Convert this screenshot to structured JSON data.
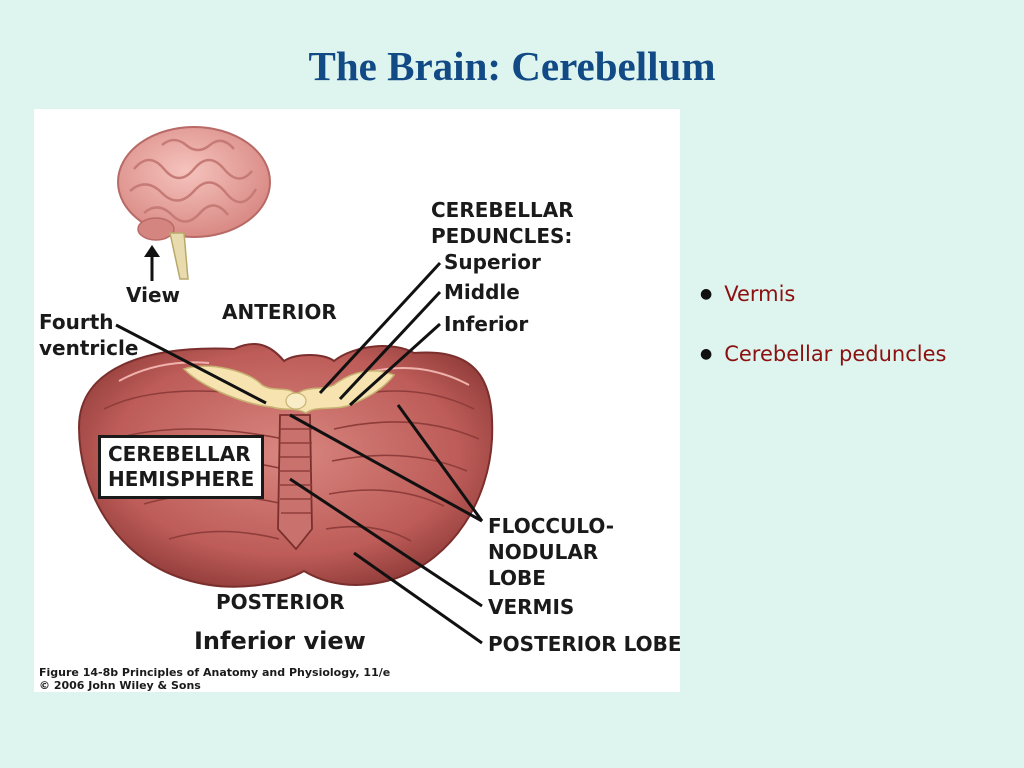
{
  "slide": {
    "title": "The Brain: Cerebellum",
    "bullets": [
      "Vermis",
      "Cerebellar peduncles"
    ],
    "bullet_color": "#8c1010",
    "title_color": "#124a86",
    "background": "#def5ef"
  },
  "figure": {
    "view_label": "View",
    "fourth_ventricle": "Fourth\nventricle",
    "anterior": "ANTERIOR",
    "peduncles_heading": "CEREBELLAR\nPEDUNCLES:",
    "superior": "Superior",
    "middle": "Middle",
    "inferior": "Inferior",
    "hemisphere": "CEREBELLAR\nHEMISPHERE",
    "flocculonodular": "FLOCCULO-\nNODULAR\nLOBE",
    "vermis": "VERMIS",
    "posterior_lobe": "POSTERIOR LOBE",
    "posterior": "POSTERIOR",
    "inferior_view": "Inferior view",
    "caption_line1": "Figure 14-8b  Principles of Anatomy and Physiology, 11/e",
    "caption_line2": "© 2006 John Wiley & Sons",
    "cerebellum_color": "#c46a66",
    "brain_color": "#eeaaa4",
    "ventricle_color": "#f6e3b0"
  }
}
